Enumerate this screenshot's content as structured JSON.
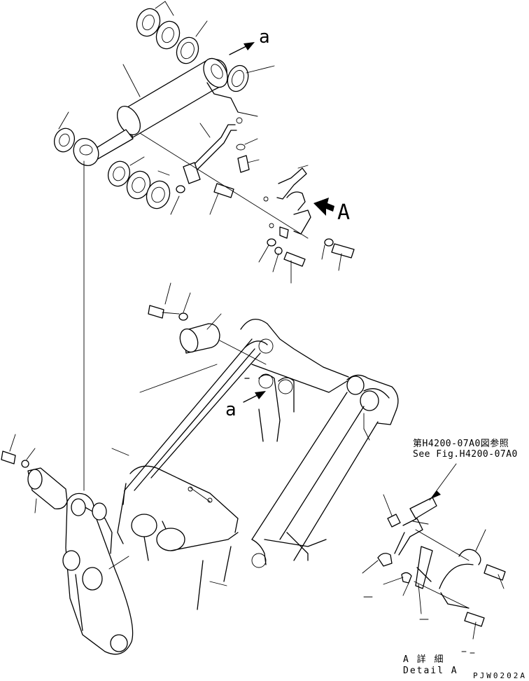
{
  "labels": {
    "callout_a_top": "a",
    "callout_a_mid": "a",
    "view_arrow_label": "A"
  },
  "reference_note": {
    "jp": "第H4200-07A0図参照",
    "en": "See Fig.H4200-07A0"
  },
  "detail": {
    "jp": "A 詳 細",
    "en": "Detail A"
  },
  "drawing_code": "PJW0202A",
  "colors": {
    "line": "#000000",
    "background": "#ffffff"
  }
}
